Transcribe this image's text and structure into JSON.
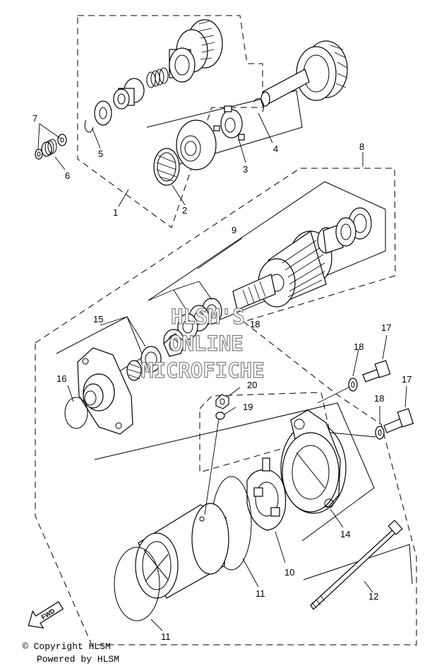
{
  "watermark": {
    "line1": "HLSM'S",
    "line2": "ONLINE",
    "line3": "MICROFICHE"
  },
  "footer": {
    "copyright": "© Copyright HLSM",
    "powered": "Powered by HLSM"
  },
  "fwd_label": "FWD",
  "callouts": {
    "c1": "1",
    "c2": "2",
    "c3": "3",
    "c4": "4",
    "c5": "5",
    "c6": "6",
    "c7": "7",
    "c8": "8",
    "c9": "9",
    "c10": "10",
    "c11a": "11",
    "c11b": "11",
    "c12": "12",
    "c14": "14",
    "c15": "15",
    "c16": "16",
    "c17a": "17",
    "c17b": "17",
    "c18a": "18",
    "c18b": "18",
    "c19": "19",
    "c20": "20",
    "c18c": "18"
  }
}
